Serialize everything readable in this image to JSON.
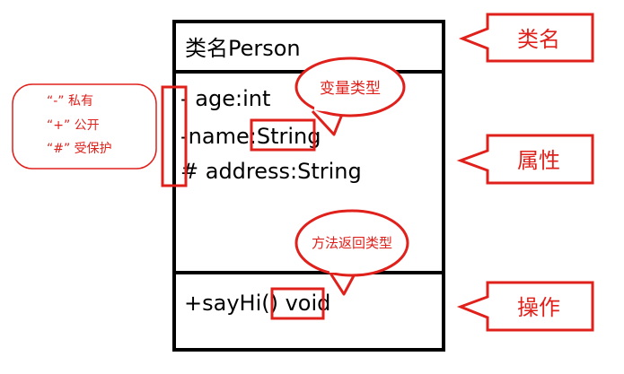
{
  "class_box": {
    "title": "类名Person",
    "attributes": [
      {
        "visibility": "-",
        "text": " age:int"
      },
      {
        "visibility": "-",
        "text": "name:",
        "type": "String"
      },
      {
        "visibility": "#",
        "text": " address:String"
      }
    ],
    "operation": {
      "text": "+sayHi() ",
      "type": "void"
    }
  },
  "visibility_note": {
    "lines": [
      "“-”  私有",
      "“+”  公开",
      "“#”  受保护"
    ]
  },
  "bubbles": {
    "variable_type": "变量类型",
    "return_type": "方法返回类型"
  },
  "callouts": {
    "class_name": "类名",
    "attributes": "属性",
    "operations": "操作"
  },
  "colors": {
    "annotation": "#e0201b",
    "uml": "#000000"
  }
}
